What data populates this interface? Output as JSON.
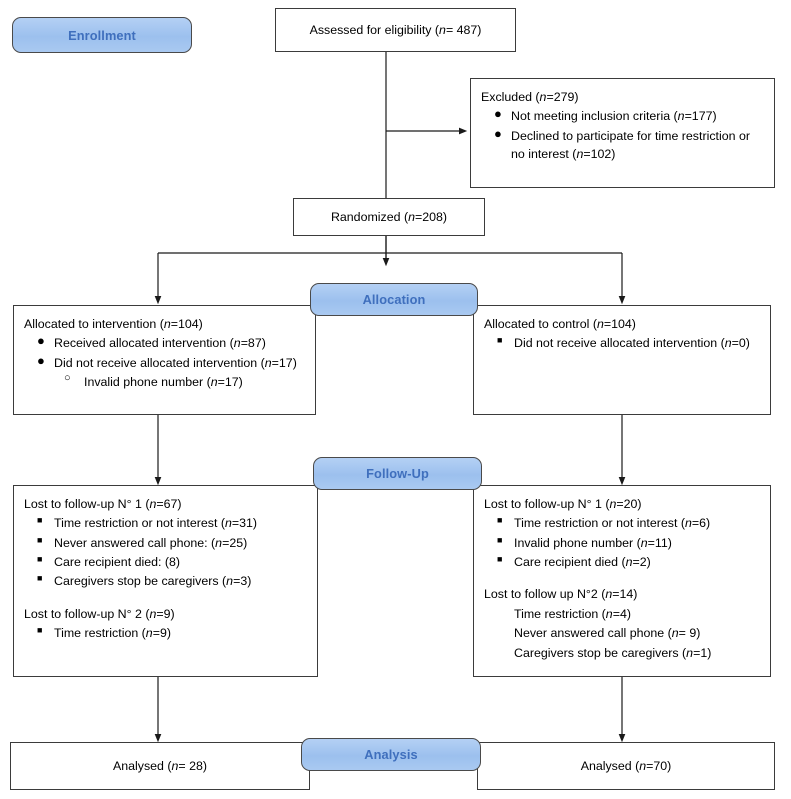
{
  "diagram": {
    "title": "CONSORT participant flow diagram",
    "accent_blue": "#9cc0ee",
    "banner_text_color": "#3f6fbd",
    "line_color": "#1a1a1a",
    "box_border_color": "#3b3b3b"
  },
  "banners": {
    "enrollment": "Enrollment",
    "allocation": "Allocation",
    "followup": "Follow-Up",
    "analysis": "Analysis"
  },
  "assessed": {
    "text": "Assessed for eligibility (n= 487)"
  },
  "excluded": {
    "head": "Excluded (n=279)",
    "items": [
      "Not meeting inclusion criteria (n=177)",
      "Declined to participate for time restriction or no interest (n=102)"
    ]
  },
  "randomized": {
    "text": "Randomized (n=208)"
  },
  "allocation_left": {
    "head": "Allocated to intervention (n=104)",
    "items": [
      "Received allocated intervention (n=87)",
      "Did not receive allocated intervention (n=17)"
    ],
    "subitems": [
      "Invalid phone number (n=17)"
    ]
  },
  "allocation_right": {
    "head": "Allocated to control (n=104)",
    "items": [
      "Did not receive allocated intervention (n=0)"
    ]
  },
  "followup_left": {
    "head1": "Lost to follow-up N° 1 (n=67)",
    "items1": [
      "Time restriction or not interest (n=31)",
      "Never answered call phone: (n=25)",
      "Care recipient died: (8)",
      "Caregivers stop be caregivers (n=3)"
    ],
    "head2": "Lost to follow-up N° 2 (n=9)",
    "items2": [
      "Time restriction (n=9)"
    ]
  },
  "followup_right": {
    "head1": "Lost to follow-up N° 1 (n=20)",
    "items1": [
      "Time restriction or not interest (n=6)",
      "Invalid phone number (n=11)",
      "Care recipient died (n=2)"
    ],
    "head2": "Lost to follow up N°2 (n=14)",
    "items2": [
      "Time restriction (n=4)",
      "Never answered call phone (n= 9)",
      "Caregivers stop be caregivers (n=1)"
    ]
  },
  "analysed_left": {
    "text": "Analysed (n= 28)"
  },
  "analysed_right": {
    "text": "Analysed (n=70)"
  },
  "flow_data": {
    "type": "flowchart",
    "nodes": [
      {
        "id": "assessed",
        "stage": "Enrollment",
        "n": 487
      },
      {
        "id": "excluded",
        "stage": "Enrollment",
        "n": 279,
        "reasons": [
          {
            "label": "Not meeting inclusion criteria",
            "n": 177
          },
          {
            "label": "Declined to participate for time restriction or no interest",
            "n": 102
          }
        ]
      },
      {
        "id": "randomized",
        "stage": "Enrollment",
        "n": 208
      },
      {
        "id": "allocated-intervention",
        "stage": "Allocation",
        "n": 104,
        "detail": [
          {
            "label": "Received allocated intervention",
            "n": 87
          },
          {
            "label": "Did not receive allocated intervention",
            "n": 17
          },
          {
            "label": "Invalid phone number",
            "n": 17
          }
        ]
      },
      {
        "id": "allocated-control",
        "stage": "Allocation",
        "n": 104,
        "detail": [
          {
            "label": "Did not receive allocated intervention",
            "n": 0
          }
        ]
      },
      {
        "id": "lost-followup-intervention",
        "stage": "Follow-Up",
        "lost1": 67,
        "lost2": 9
      },
      {
        "id": "lost-followup-control",
        "stage": "Follow-Up",
        "lost1": 20,
        "lost2": 14
      },
      {
        "id": "analysed-intervention",
        "stage": "Analysis",
        "n": 28
      },
      {
        "id": "analysed-control",
        "stage": "Analysis",
        "n": 70
      }
    ]
  }
}
